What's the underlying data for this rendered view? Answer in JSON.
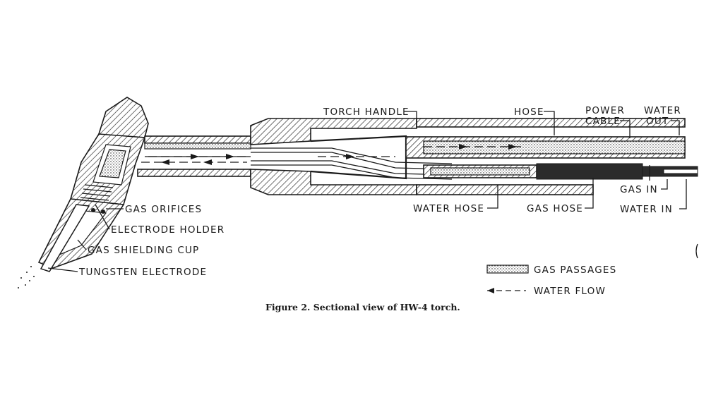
{
  "labels": {
    "torch_handle": "TORCH HANDLE",
    "hose": "HOSE",
    "power": "POWER",
    "cable": "CABLE",
    "water": "WATER",
    "out": "OUT",
    "gas_in": "GAS IN",
    "water_in": "WATER IN",
    "gas_hose": "GAS HOSE",
    "water_hose": "WATER HOSE",
    "gas_orifices": "GAS ORIFICES",
    "electrode_holder": "ELECTRODE HOLDER",
    "gas_shielding_cup": "GAS SHIELDING CUP",
    "tungsten_electrode": "TUNGSTEN ELECTRODE"
  },
  "legend": {
    "gas_passages": "GAS PASSAGES",
    "water_flow": "WATER FLOW"
  },
  "caption": "Figure 2. Sectional view of HW-4 torch."
}
